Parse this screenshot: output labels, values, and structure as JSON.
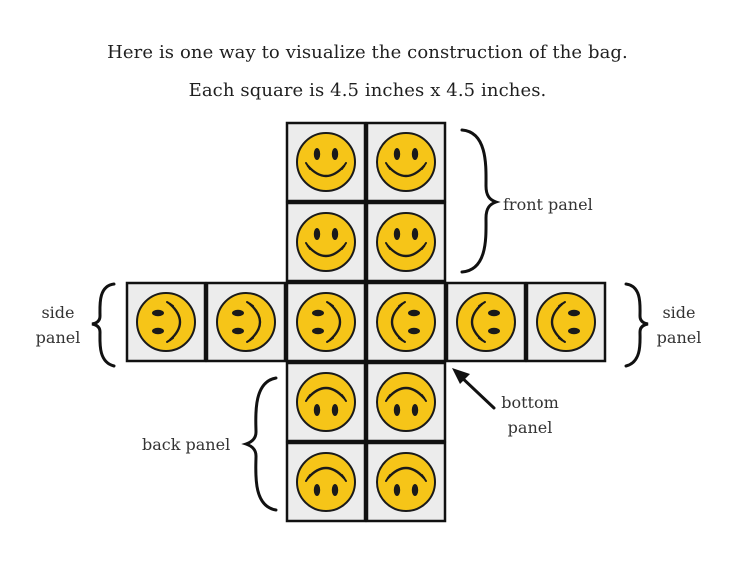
{
  "header": {
    "line1": "Here is one way to visualize the construction of the bag.",
    "line2": "Each square is 4.5 inches x 4.5 inches."
  },
  "labels": {
    "front_panel": "front panel",
    "side_panel_left_1": "side",
    "side_panel_left_2": "panel",
    "side_panel_right_1": "side",
    "side_panel_right_2": "panel",
    "bottom_panel_1": "bottom",
    "bottom_panel_2": "panel",
    "back_panel": "back panel"
  },
  "colors": {
    "face_fill": "#f6c518",
    "face_stroke": "#1a1a1a",
    "tile_fill": "#ececec",
    "tile_stroke": "#111111"
  },
  "squares": [
    {
      "row": 0,
      "col": 2,
      "rotation": 0
    },
    {
      "row": 0,
      "col": 3,
      "rotation": 0
    },
    {
      "row": 1,
      "col": 2,
      "rotation": 0
    },
    {
      "row": 1,
      "col": 3,
      "rotation": 0
    },
    {
      "row": 2,
      "col": 0,
      "rotation": -90
    },
    {
      "row": 2,
      "col": 1,
      "rotation": -90
    },
    {
      "row": 2,
      "col": 2,
      "rotation": -90
    },
    {
      "row": 2,
      "col": 3,
      "rotation": 90
    },
    {
      "row": 2,
      "col": 4,
      "rotation": 90
    },
    {
      "row": 2,
      "col": 5,
      "rotation": 90
    },
    {
      "row": 3,
      "col": 2,
      "rotation": 180
    },
    {
      "row": 3,
      "col": 3,
      "rotation": 180
    },
    {
      "row": 4,
      "col": 2,
      "rotation": 180
    },
    {
      "row": 4,
      "col": 3,
      "rotation": 180
    }
  ]
}
